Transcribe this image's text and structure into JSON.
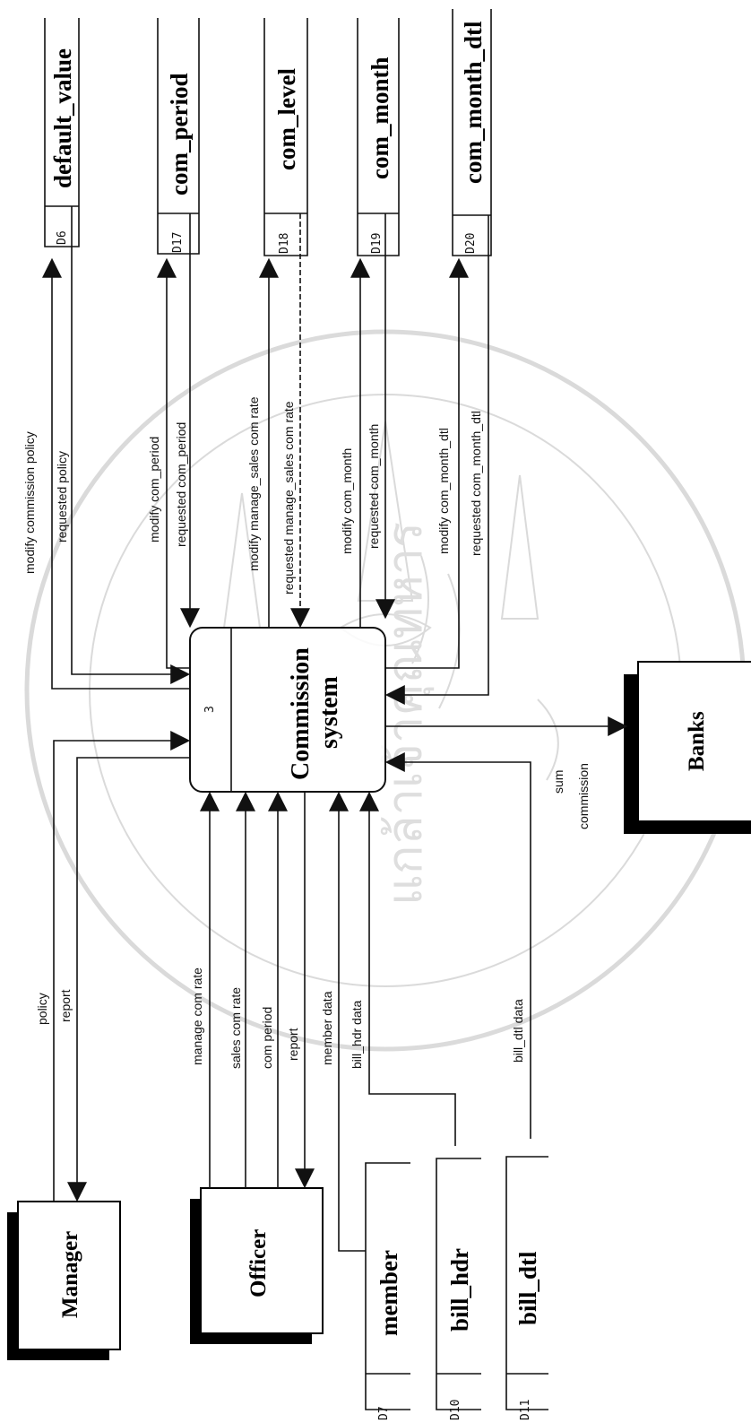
{
  "process": {
    "id": "3",
    "name_line1": "Commission",
    "name_line2": "system"
  },
  "entities": {
    "manager": "Manager",
    "officer": "Officer",
    "banks": "Banks"
  },
  "stores": {
    "default_value": {
      "id": "D6",
      "name": "default_value"
    },
    "com_period": {
      "id": "D17",
      "name": "com_period"
    },
    "com_level": {
      "id": "D18",
      "name": "com_level"
    },
    "com_month": {
      "id": "D19",
      "name": "com_month"
    },
    "com_month_dtl": {
      "id": "D20",
      "name": "com_month_dtl"
    },
    "member": {
      "id": "D7",
      "name": "member"
    },
    "bill_hdr": {
      "id": "D10",
      "name": "bill_hdr"
    },
    "bill_dtl": {
      "id": "D11",
      "name": "bill_dtl"
    }
  },
  "flows": {
    "modify_commission_policy": "modify commission policy",
    "requested_policy": "requested policy",
    "modify_com_period": "modify com_period",
    "requested_com_period": "requested com_period",
    "modify_manage_sales_com_rate": "modify manage_sales com rate",
    "requested_manage_sales_com_rate": "requested manage_sales com rate",
    "modify_com_month": "modify com_month",
    "requested_com_month": "requested com_month",
    "modify_com_month_dtl": "modify com_month_dtl",
    "requested_com_month_dtl": "requested com_month_dtl",
    "policy": "policy",
    "report_manager": "report",
    "manage_com_rate": "manage com rate",
    "sales_com_rate": "sales com rate",
    "com_period_in": "com period",
    "report_officer": "report",
    "member_data": "member data",
    "bill_hdr_data": "bill_hdr data",
    "bill_dtl_data": "bill_dtl data",
    "sum_commission_1": "sum",
    "sum_commission_2": "commission"
  },
  "watermark_text": "แกล้าเจ้าคุณทหาร"
}
